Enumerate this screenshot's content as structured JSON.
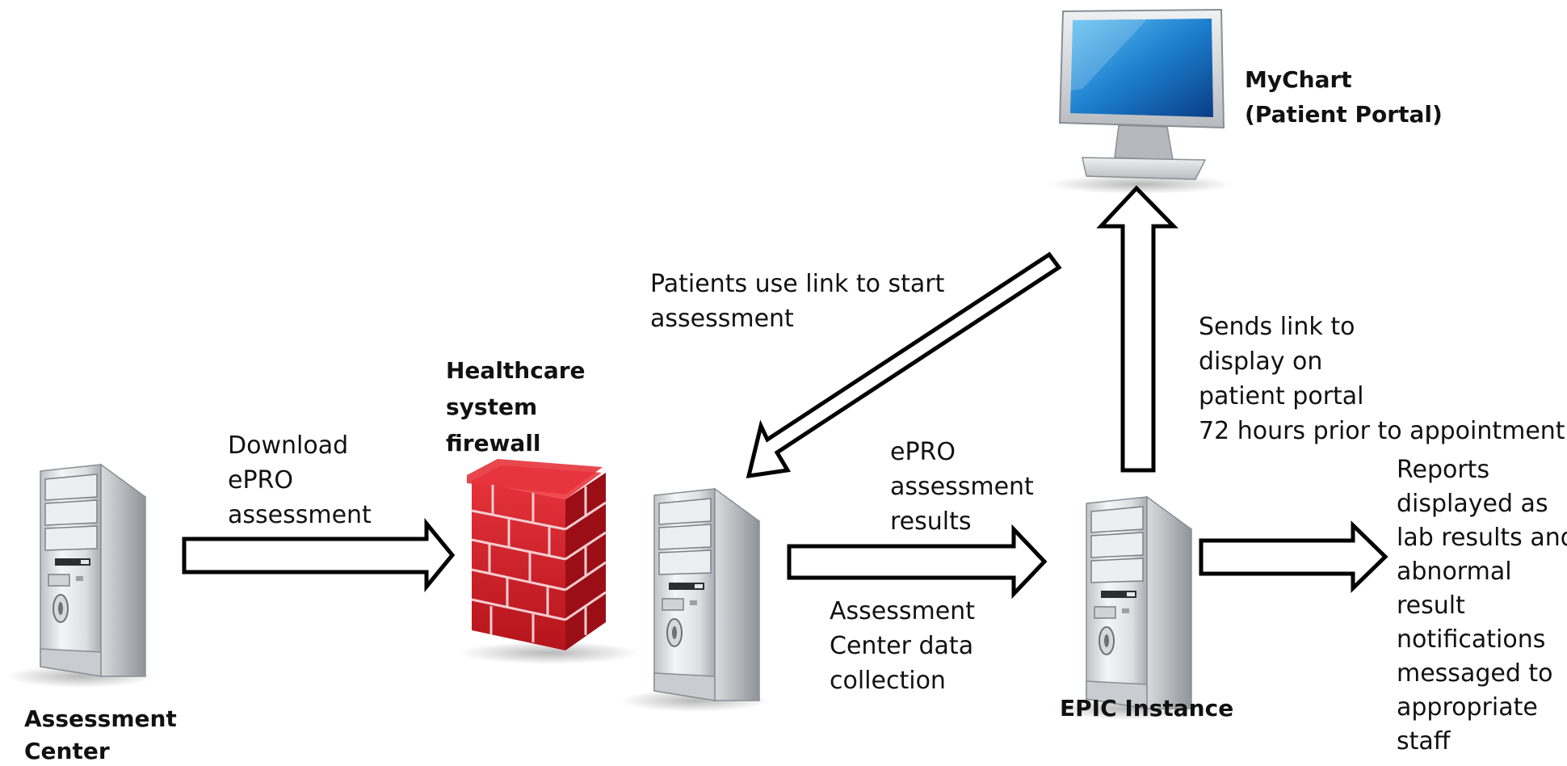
{
  "nodes": {
    "assessment_center": {
      "line1": "Assessment",
      "line2": "Center"
    },
    "firewall": {
      "line1": "Healthcare",
      "line2": "system",
      "line3": "firewall"
    },
    "epic": {
      "label": "EPIC Instance"
    },
    "mychart": {
      "line1": "MyChart",
      "line2": "(Patient Portal)"
    }
  },
  "edges": {
    "download": {
      "line1": "Download",
      "line2": "ePRO",
      "line3": "assessment"
    },
    "results": {
      "line1": "ePRO",
      "line2": "assessment",
      "line3": "results"
    },
    "data_collection": {
      "line1": "Assessment",
      "line2": "Center data",
      "line3": "collection"
    },
    "patient_link": {
      "line1": "Patients use link to start",
      "line2": "assessment"
    },
    "sends_link": {
      "line1": "Sends link to",
      "line2": "display on",
      "line3": "patient portal",
      "line4": "72 hours prior to appointment"
    },
    "reports": {
      "line1": "Reports",
      "line2": "displayed as",
      "line3": "lab results and",
      "line4": "abnormal",
      "line5": "result",
      "line6": "notifications",
      "line7": "messaged to",
      "line8": "appropriate",
      "line9": "staff"
    }
  }
}
